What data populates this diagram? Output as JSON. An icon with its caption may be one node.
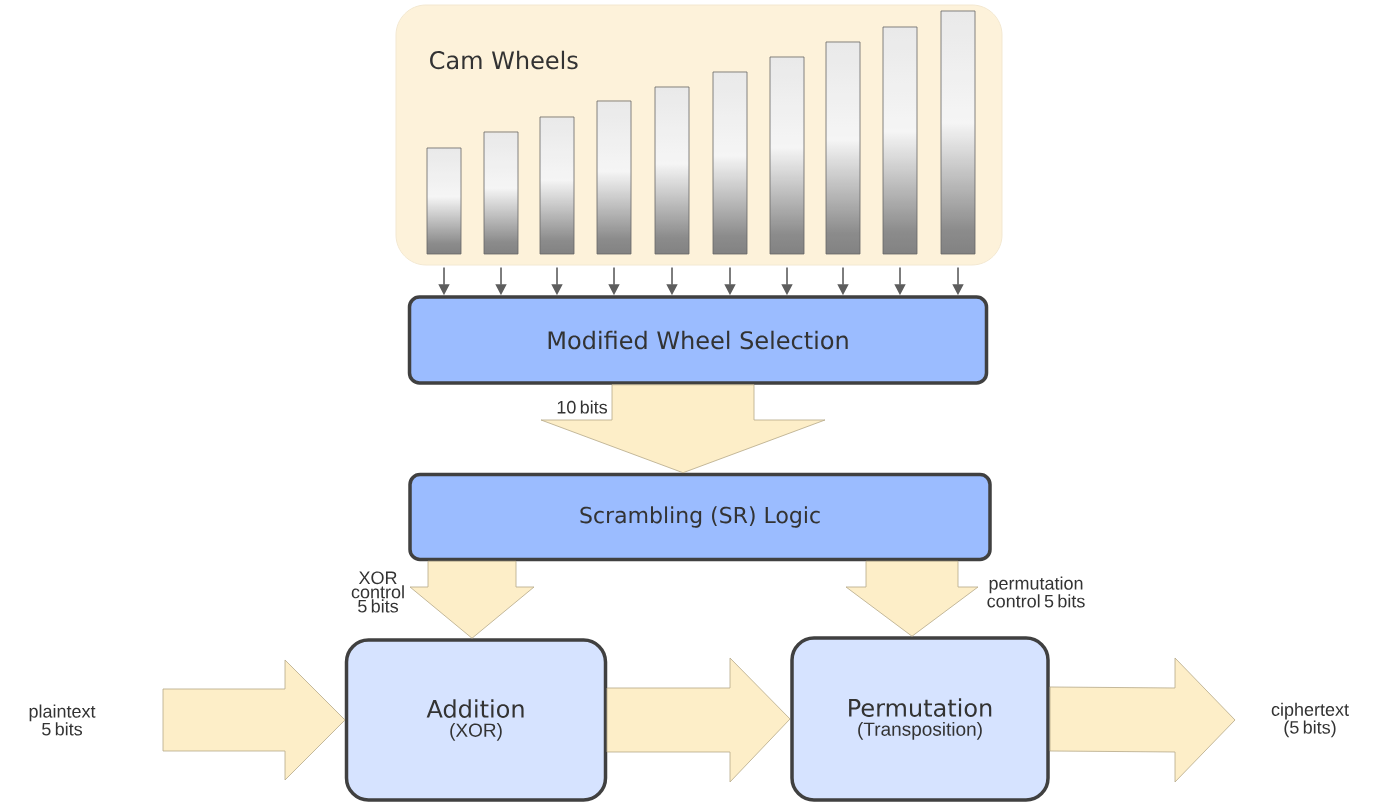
{
  "diagram": {
    "nodes": [
      {
        "text": [
          "Cam Wheels"
        ]
      },
      {
        "text": [],
        "shape": "bar",
        "in": 0
      },
      {
        "text": [],
        "shape": "bar",
        "in": 0
      },
      {
        "text": [],
        "shape": "bar",
        "in": 0
      },
      {
        "text": [],
        "shape": "bar",
        "in": 0
      },
      {
        "text": [],
        "shape": "bar",
        "in": 0
      },
      {
        "text": [],
        "shape": "bar",
        "in": 0
      },
      {
        "text": [],
        "shape": "bar",
        "in": 0
      },
      {
        "text": [],
        "shape": "bar",
        "in": 0
      },
      {
        "text": [],
        "shape": "bar",
        "in": 0
      },
      {
        "text": [],
        "shape": "bar",
        "in": 0
      },
      {
        "text": [
          "Modified Wheel Selection"
        ]
      },
      {
        "text": [
          "Scrambling (SR) Logic"
        ]
      },
      {
        "text": [
          "Addition",
          "(XOR)"
        ]
      },
      {
        "text": [
          "Permutation",
          "(Transposition)"
        ]
      },
      {
        "text": [
          "plaintext 5 bits"
        ]
      },
      {
        "text": [
          "ciphertext (5 bits)"
        ]
      }
    ],
    "edges": [
      {
        "from": 1,
        "to": 11,
        "arrow": "to"
      },
      {
        "from": 2,
        "to": 11,
        "arrow": "to"
      },
      {
        "from": 3,
        "to": 11,
        "arrow": "to"
      },
      {
        "from": 4,
        "to": 11,
        "arrow": "to"
      },
      {
        "from": 5,
        "to": 11,
        "arrow": "to"
      },
      {
        "from": 6,
        "to": 11,
        "arrow": "to"
      },
      {
        "from": 7,
        "to": 11,
        "arrow": "to"
      },
      {
        "from": 8,
        "to": 11,
        "arrow": "to"
      },
      {
        "from": 9,
        "to": 11,
        "arrow": "to"
      },
      {
        "from": 10,
        "to": 11,
        "arrow": "to"
      },
      {
        "from": 11,
        "to": 12,
        "arrow": "to",
        "label": "10 bits",
        "style": "thick"
      },
      {
        "from": 12,
        "to": 13,
        "arrow": "to",
        "label": "XOR control 5 bits",
        "style": "thick"
      },
      {
        "from": 12,
        "to": 14,
        "arrow": "to",
        "label": "permutation control 5 bits",
        "style": "thick"
      },
      {
        "from": 15,
        "to": 13,
        "arrow": "to",
        "style": "thick"
      },
      {
        "from": 13,
        "to": 14,
        "arrow": "to",
        "style": "thick"
      },
      {
        "from": 14,
        "to": 16,
        "arrow": "to",
        "style": "thick"
      }
    ]
  }
}
